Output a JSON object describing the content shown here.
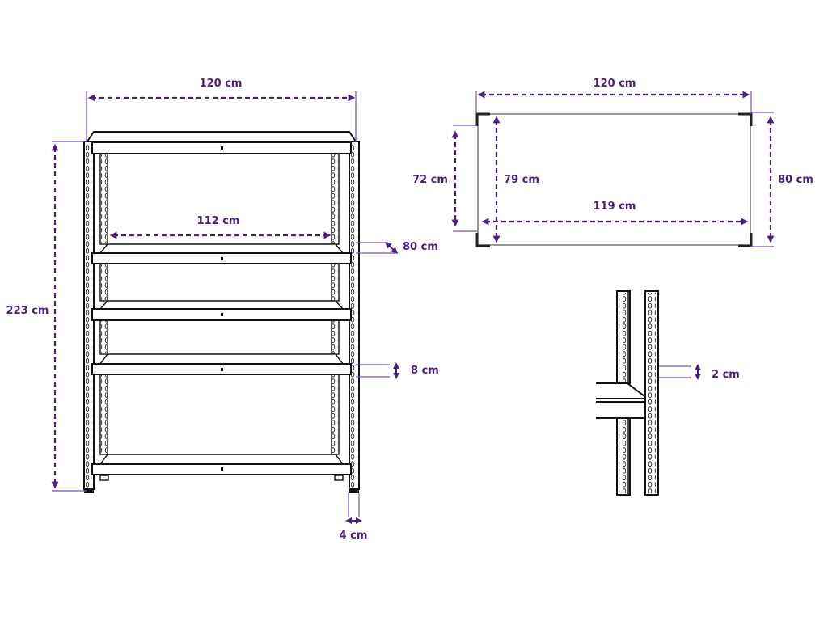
{
  "front_view": {
    "width_label": "120 cm",
    "height_label": "223 cm",
    "inner_width_label": "112 cm",
    "depth_label": "80 cm",
    "shelf_height_label": "8 cm",
    "upright_width_label": "4 cm"
  },
  "top_view": {
    "width_label": "120 cm",
    "depth_outer_label": "80 cm",
    "depth_inner_label": "79 cm",
    "depth_side_label": "72 cm",
    "inner_width_label": "119 cm"
  },
  "detail_view": {
    "hole_spacing_label": "2 cm"
  },
  "colors": {
    "accent": "#4a1d82"
  }
}
